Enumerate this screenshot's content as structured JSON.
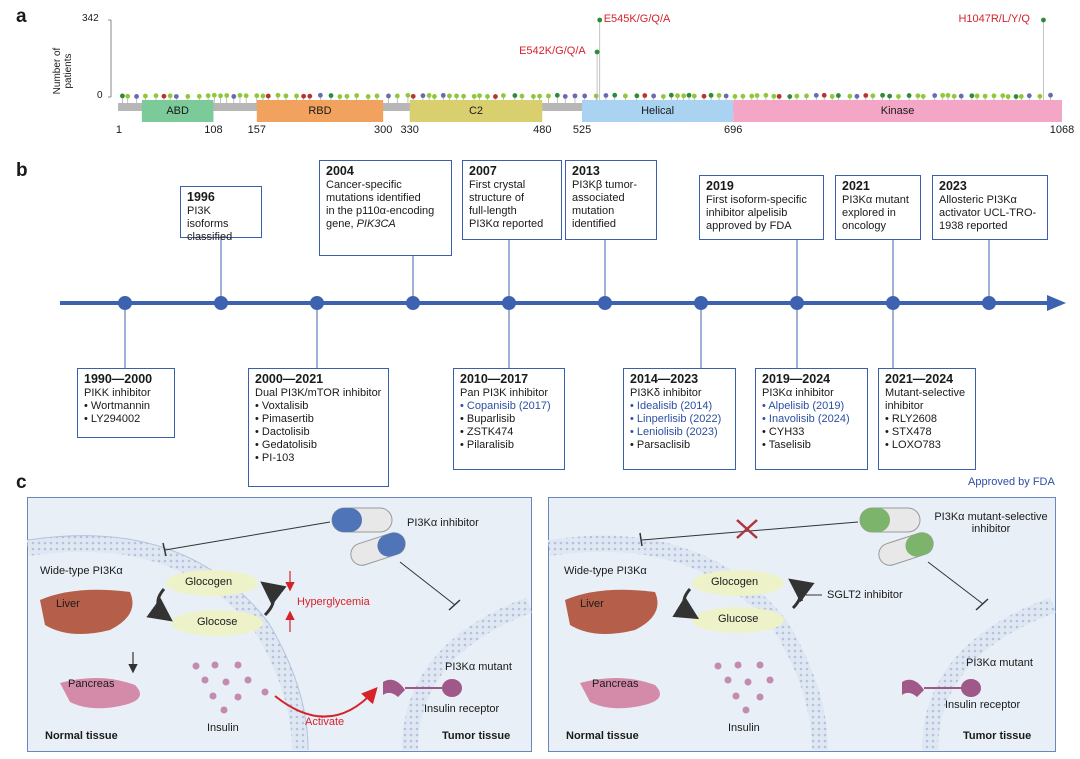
{
  "panel_a": {
    "label": "a",
    "ylabel_line1": "Number of",
    "ylabel_line2": "patients",
    "y_max": "342",
    "y_zero": "0",
    "domains": [
      {
        "name": "ABD",
        "start": "1",
        "end": "108",
        "color": "#7cc99a"
      },
      {
        "name": "RBD",
        "start": "157",
        "end": "300",
        "color": "#f0a25e"
      },
      {
        "name": "C2",
        "start": "330",
        "end": "480",
        "color": "#d9cf6e"
      },
      {
        "name": "Helical",
        "start": "525",
        "end": "696",
        "color": "#a9d3f0"
      },
      {
        "name": "Kinase",
        "start": "",
        "end": "1068",
        "color": "#f4a6c6"
      }
    ],
    "hotspots": [
      {
        "label": "E545K/G/Q/A",
        "position": 545,
        "count": 342
      },
      {
        "label": "E542K/G/Q/A",
        "position": 542,
        "count": 200
      },
      {
        "label": "H1047R/L/Y/Q",
        "position": 1047,
        "count": 342
      }
    ]
  },
  "panel_b": {
    "label": "b",
    "above": [
      {
        "year": "1996",
        "lines": [
          "PI3K isoforms",
          "classified"
        ]
      },
      {
        "year": "2004",
        "lines": [
          "Cancer-specific",
          "mutations identified",
          "in the p110α-encoding"
        ],
        "last": "gene, ",
        "last_italic": "PIK3CA"
      },
      {
        "year": "2007",
        "lines": [
          "First crystal",
          "structure of",
          "full-length",
          "PI3Kα reported"
        ]
      },
      {
        "year": "2013",
        "lines": [
          "PI3Kβ tumor-",
          "associated",
          "mutation",
          "identified"
        ]
      },
      {
        "year": "2019",
        "lines": [
          "First isoform-specific",
          "inhibitor alpelisib",
          "approved by FDA"
        ]
      },
      {
        "year": "2021",
        "lines": [
          "PI3Kα mutant",
          "explored in",
          "oncology"
        ]
      },
      {
        "year": "2023",
        "lines": [
          "Allosteric PI3Kα",
          "activator UCL-TRO-",
          "1938 reported"
        ]
      }
    ],
    "below": [
      {
        "year": "1990—2000",
        "title": "PIKK inhibitor",
        "items": [
          {
            "t": "Wortmannin",
            "fda": false
          },
          {
            "t": "LY294002",
            "fda": false
          }
        ]
      },
      {
        "year": "2000—2021",
        "title": "Dual PI3K/mTOR inhibitor",
        "items": [
          {
            "t": "Voxtalisib",
            "fda": false
          },
          {
            "t": "Pimasertib",
            "fda": false
          },
          {
            "t": "Dactolisib",
            "fda": false
          },
          {
            "t": "Gedatolisib",
            "fda": false
          },
          {
            "t": "PI-103",
            "fda": false
          }
        ]
      },
      {
        "year": "2010—2017",
        "title": "Pan PI3K inhibitor",
        "items": [
          {
            "t": "Copanisib (2017)",
            "fda": true
          },
          {
            "t": "Buparlisib",
            "fda": false
          },
          {
            "t": "ZSTK474",
            "fda": false
          },
          {
            "t": "Pilaralisib",
            "fda": false
          }
        ]
      },
      {
        "year": "2014—2023",
        "title": "PI3Kδ inhibitor",
        "items": [
          {
            "t": "Idealisib (2014)",
            "fda": true
          },
          {
            "t": "Linperlisib (2022)",
            "fda": true
          },
          {
            "t": "Leniolisib (2023)",
            "fda": true
          },
          {
            "t": "Parsaclisib",
            "fda": false
          }
        ]
      },
      {
        "year": "2019—2024",
        "title": "PI3Kα inhibitor",
        "items": [
          {
            "t": "Alpelisib (2019)",
            "fda": true
          },
          {
            "t": "Inavolisib (2024)",
            "fda": true
          },
          {
            "t": "CYH33",
            "fda": false
          },
          {
            "t": "Taselisib",
            "fda": false
          }
        ]
      },
      {
        "year": "2021—2024",
        "title": "Mutant-selective",
        "title2": "inhibitor",
        "items": [
          {
            "t": "RLY2608",
            "fda": false
          },
          {
            "t": "STX478",
            "fda": false
          },
          {
            "t": "LOXO783",
            "fda": false
          }
        ]
      }
    ],
    "legend_fda": "Approved by FDA"
  },
  "panel_c": {
    "label": "c",
    "left": {
      "inhibitor": "PI3Kα inhibitor",
      "wild": "Wide-type PI3Kα",
      "liver": "Liver",
      "glycogen": "Glocogen",
      "glucose": "Glocose",
      "hyper": "Hyperglycemia",
      "pancreas": "Pancreas",
      "insulin": "Insulin",
      "activate": "Activate",
      "mutant": "PI3Kα mutant",
      "receptor": "Insulin receptor",
      "normal": "Normal tissue",
      "tumor": "Tumor tissue"
    },
    "right": {
      "inhibitor_l1": "PI3Kα mutant-selective",
      "inhibitor_l2": "inhibitor",
      "wild": "Wide-type PI3Kα",
      "liver": "Liver",
      "glycogen": "Glocogen",
      "glucose": "Glucose",
      "sglt2": "SGLT2 inhibitor",
      "pancreas": "Pancreas",
      "insulin": "Insulin",
      "mutant": "PI3Kα mutant",
      "receptor": "Insulin receptor",
      "normal": "Normal tissue",
      "tumor": "Tumor tissue"
    }
  }
}
